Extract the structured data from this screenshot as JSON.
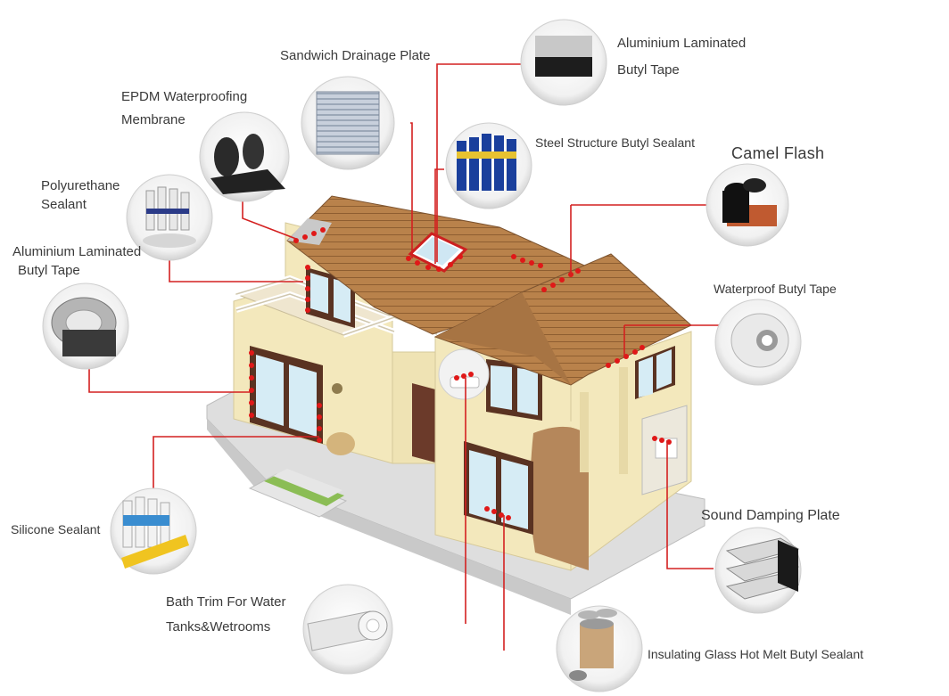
{
  "labels": {
    "sandwich_drainage_plate": "Sandwich Drainage Plate",
    "aluminium_tape_top": [
      "Aluminium Laminated",
      "Butyl Tape"
    ],
    "epdm_membrane": [
      "EPDM Waterproofing",
      "Membrane"
    ],
    "steel_structure_sealant": "Steel Structure Butyl Sealant",
    "camel_flash": "Camel Flash",
    "polyurethane_sealant": [
      "Polyurethane",
      "Sealant"
    ],
    "aluminium_tape_left": [
      "Aluminium Laminated",
      "Butyl Tape"
    ],
    "waterproof_butyl_tape": "Waterproof Butyl Tape",
    "silicone_sealant": "Silicone Sealant",
    "sound_damping_plate": "Sound Damping Plate",
    "bath_trim": [
      "Bath Trim For Water",
      "Tanks&Wetrooms"
    ],
    "insulating_glass_sealant": "Insulating Glass Hot Melt Butyl Sealant"
  },
  "colors": {
    "leader_line": "#d42020",
    "marker_dot": "#e01818",
    "roof": "#b9824b",
    "wall": "#f3e8bc",
    "ground": "#dcdcdc",
    "label_text": "#3a3a3a"
  }
}
